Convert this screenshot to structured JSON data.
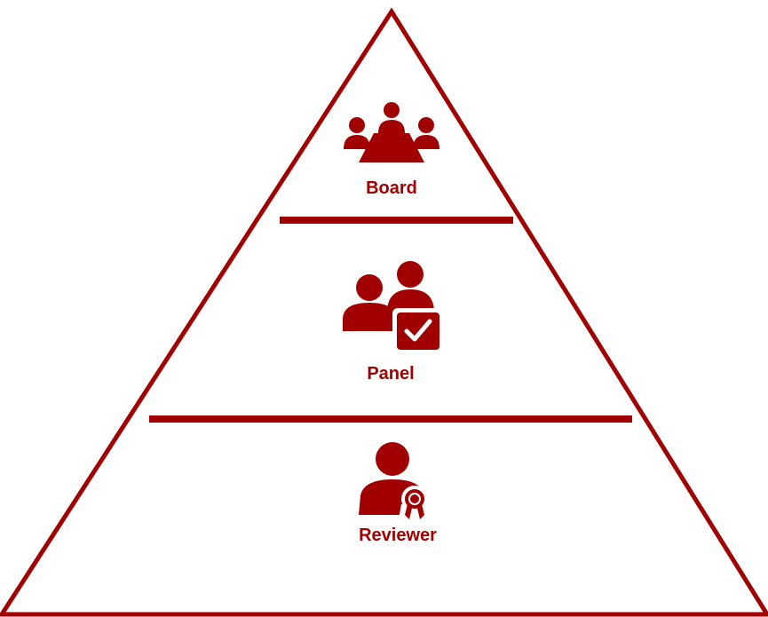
{
  "colors": {
    "accent": "#A00000",
    "background": "#FFFFFF"
  },
  "diagram": {
    "type": "pyramid",
    "tiers": [
      {
        "label": "Board",
        "icon": "board-meeting-icon"
      },
      {
        "label": "Panel",
        "icon": "group-approved-icon"
      },
      {
        "label": "Reviewer",
        "icon": "reviewer-award-icon"
      }
    ]
  }
}
